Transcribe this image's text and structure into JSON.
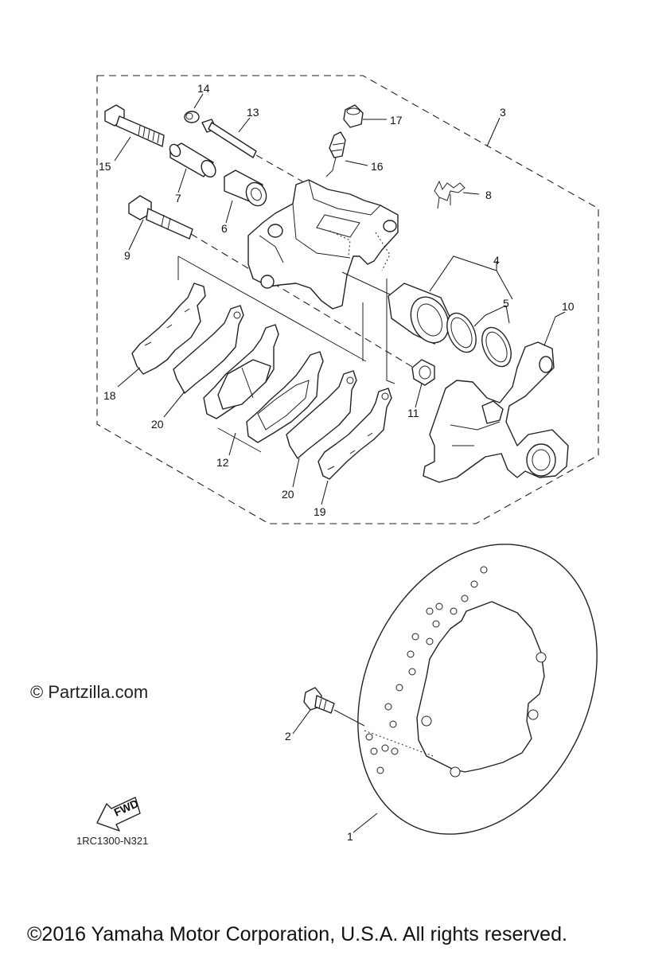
{
  "watermark": "© Partzilla.com",
  "diagram_code": "1RC1300-N321",
  "copyright": "©2016 Yamaha Motor Corporation, U.S.A. All rights reserved.",
  "fwd_label": "FWD",
  "callouts": {
    "p1": "1",
    "p2": "2",
    "p3": "3",
    "p4": "4",
    "p5": "5",
    "p6": "6",
    "p7": "7",
    "p8": "8",
    "p9": "9",
    "p10": "10",
    "p11": "11",
    "p12": "12",
    "p13": "13",
    "p14": "14",
    "p15": "15",
    "p16": "16",
    "p17": "17",
    "p18": "18",
    "p19": "19",
    "p20a": "20",
    "p20b": "20"
  }
}
